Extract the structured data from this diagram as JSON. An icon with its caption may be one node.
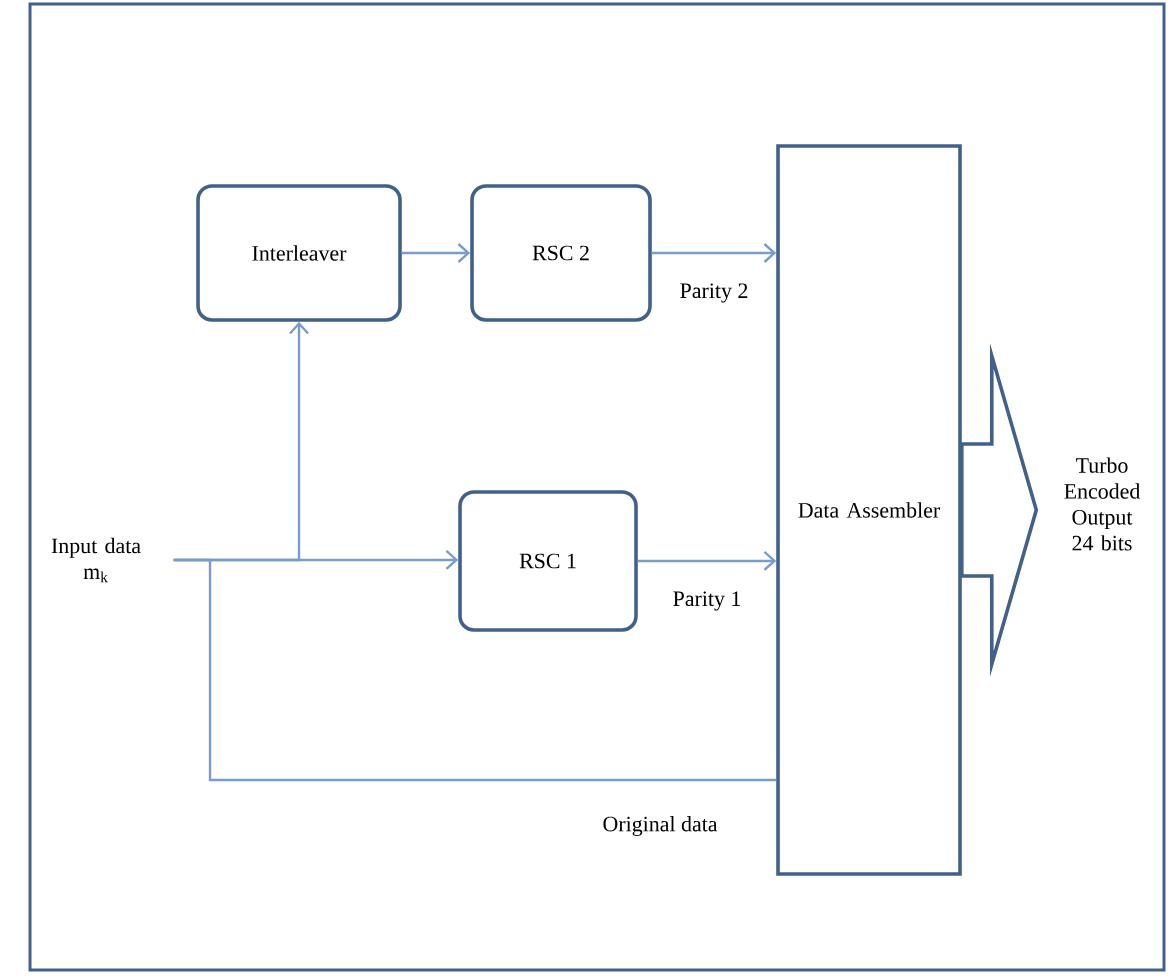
{
  "diagram": {
    "nodes": [
      {
        "text": [
          "Input data",
          "m$_{k}$"
        ]
      },
      {
        "text": [
          "Interleaver"
        ]
      },
      {
        "text": [
          "RSC 2"
        ]
      },
      {
        "text": [
          "RSC 1"
        ]
      },
      {
        "text": [
          "Data Assembler"
        ]
      },
      {
        "text": [
          "Turbo Encoded Output 24 bits"
        ]
      }
    ],
    "edges": [
      {
        "from": 0,
        "to": 3,
        "arrow": "to"
      },
      {
        "from": 0,
        "to": 1,
        "arrow": "to"
      },
      {
        "from": 1,
        "to": 2,
        "arrow": "to"
      },
      {
        "from": 2,
        "to": 4,
        "arrow": "to",
        "label": "Parity 2"
      },
      {
        "from": 3,
        "to": 4,
        "arrow": "to",
        "label": "Parity 1"
      },
      {
        "from": 0,
        "to": 4,
        "arrow": "none",
        "label": "Original data"
      },
      {
        "from": 4,
        "to": 5,
        "arrow": "to",
        "style": "thick"
      }
    ]
  }
}
